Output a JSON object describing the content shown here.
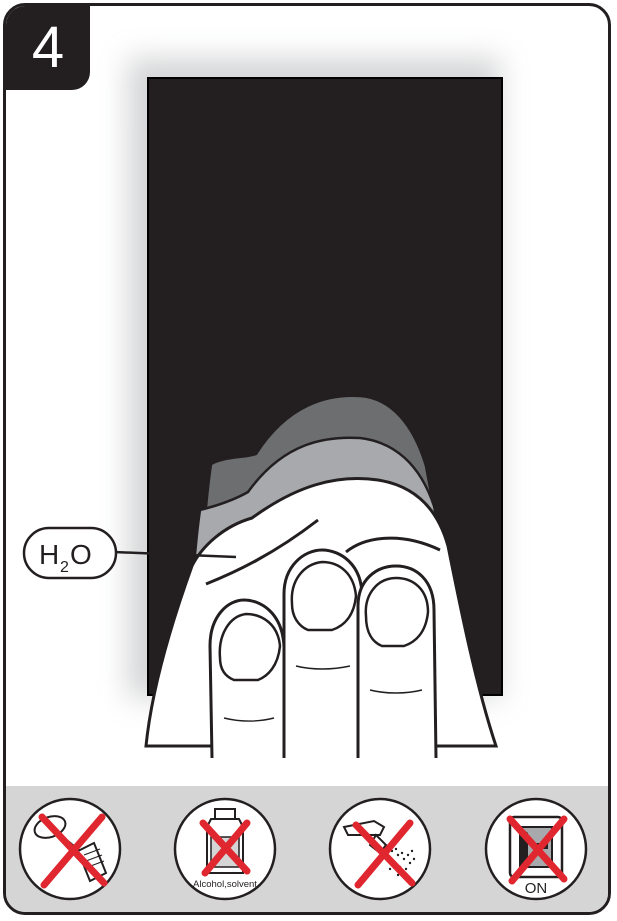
{
  "step": {
    "number": "4"
  },
  "labels": {
    "water_prefix": "H",
    "water_subscript": "2",
    "water_suffix": "O"
  },
  "warnings": [
    {
      "icon": "brush-icon",
      "caption": ""
    },
    {
      "icon": "bottle-icon",
      "caption": "Alcohol,solvent"
    },
    {
      "icon": "spray-icon",
      "caption": ""
    },
    {
      "icon": "power-switch-icon",
      "caption": "ON"
    }
  ],
  "colors": {
    "outline": "#231f20",
    "screen": "#231f20",
    "prohibit": "#e0262e",
    "cloth_dark": "#6d6e70",
    "cloth_mid": "#a7a9ac",
    "band": "#d5d5d6"
  }
}
